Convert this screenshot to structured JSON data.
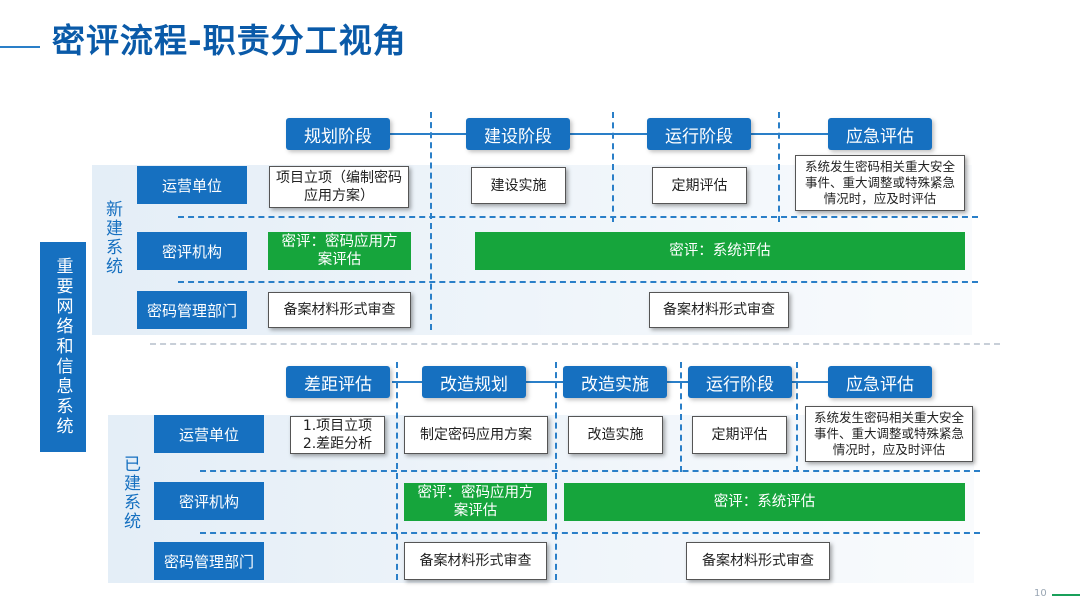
{
  "title": "密评流程-职责分工视角",
  "left_label": "重要网络和信息系统",
  "page_number": "10",
  "new_system": {
    "label": "新建系统",
    "stages": [
      "规划阶段",
      "建设阶段",
      "运行阶段",
      "应急评估"
    ],
    "roles": [
      "运营单位",
      "密评机构",
      "密码管理部门"
    ],
    "operator_tasks": [
      "项目立项（编制密码应用方案）",
      "建设实施",
      "定期评估",
      "系统发生密码相关重大安全事件、重大调整或特殊紧急情况时，应及时评估"
    ],
    "agency_tasks": [
      "密评：密码应用方案评估",
      "密评：系统评估"
    ],
    "dept_tasks": [
      "备案材料形式审查",
      "备案材料形式审查"
    ]
  },
  "existing_system": {
    "label": "已建系统",
    "stages": [
      "差距评估",
      "改造规划",
      "改造实施",
      "运行阶段",
      "应急评估"
    ],
    "roles": [
      "运营单位",
      "密评机构",
      "密码管理部门"
    ],
    "operator_tasks": [
      "1.项目立项\n2.差距分析",
      "制定密码应用方案",
      "改造实施",
      "定期评估",
      "系统发生密码相关重大安全事件、重大调整或特殊紧急情况时，应及时评估"
    ],
    "agency_tasks": [
      "密评：密码应用方案评估",
      "密评：系统评估"
    ],
    "dept_tasks": [
      "备案材料形式审查",
      "备案材料形式审查"
    ]
  }
}
